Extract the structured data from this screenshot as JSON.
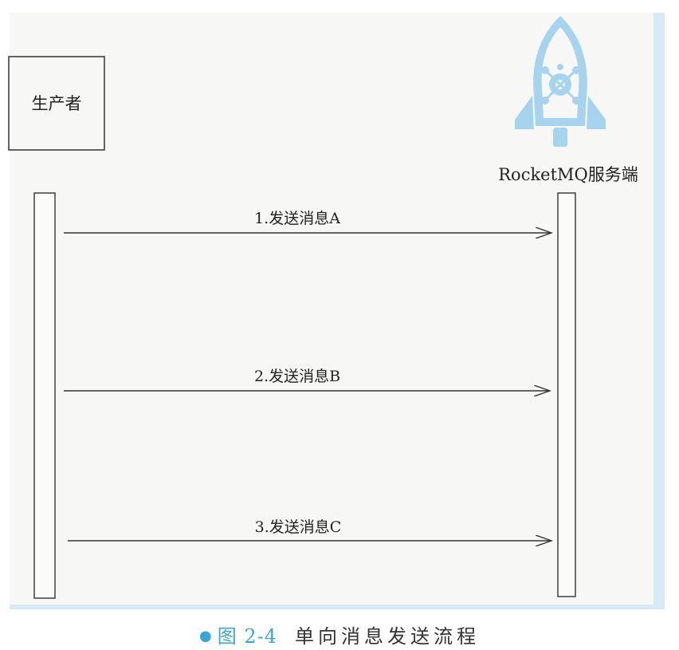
{
  "diagram": {
    "producer_label": "生产者",
    "server_label": "RocketMQ服务端",
    "messages": [
      {
        "label": "1.发送消息A"
      },
      {
        "label": "2.发送消息B"
      },
      {
        "label": "3.发送消息C"
      }
    ],
    "logo_icon": "rocket-icon",
    "accent_color": "#3aa6d8",
    "logo_color": "#a6d4ee"
  },
  "caption": {
    "bullet": "●",
    "figure_number": "图 2-4",
    "title": "单向消息发送流程"
  }
}
